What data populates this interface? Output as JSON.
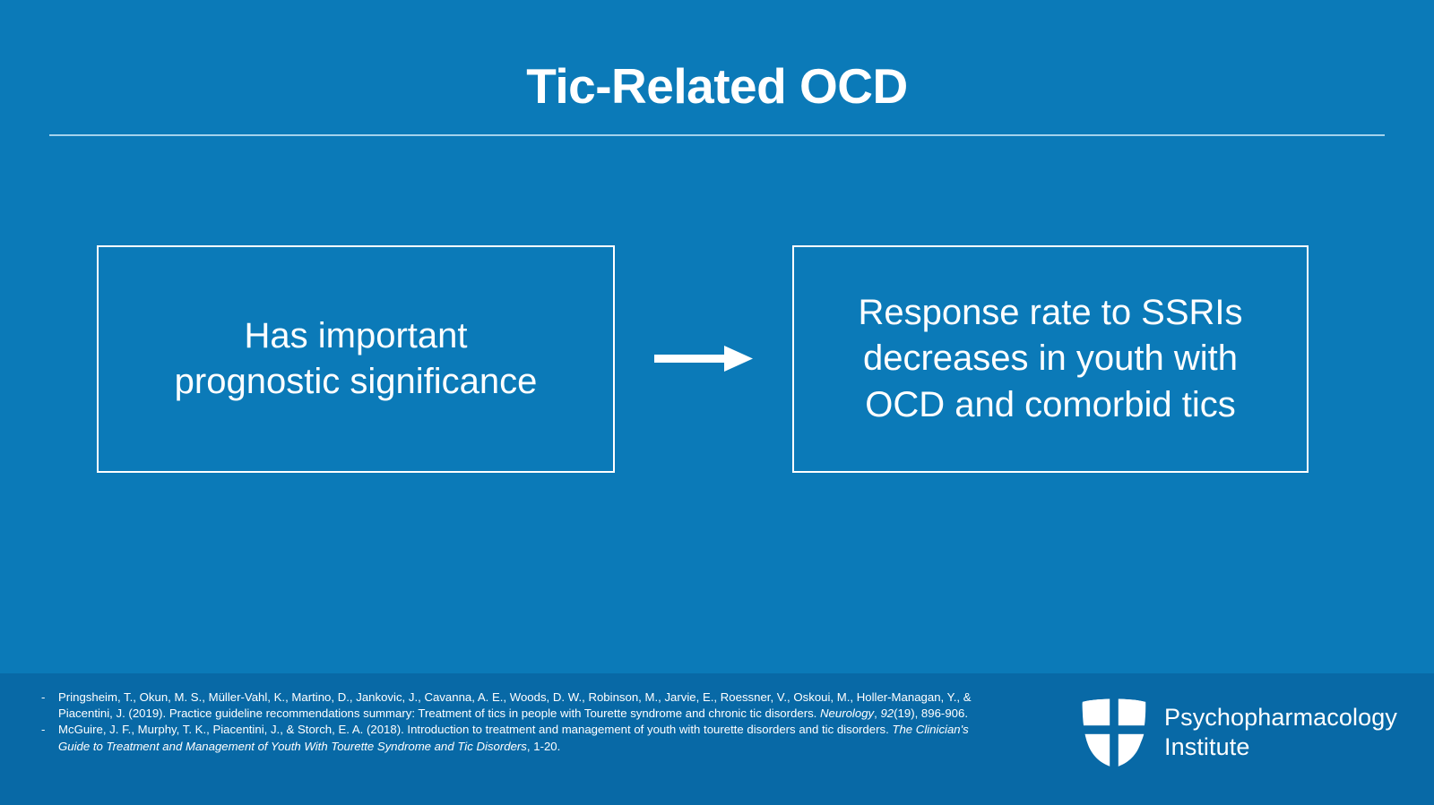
{
  "slide": {
    "title": "Tic-Related OCD",
    "background_color": "#0b7ab8",
    "footer_band_color": "#0869a6",
    "text_color": "#ffffff"
  },
  "diagram": {
    "left_box": {
      "line1": "Has important",
      "line2": "prognostic significance"
    },
    "connector": "arrow-right",
    "right_box": {
      "line1": "Response rate to SSRIs",
      "line2": "decreases in youth with",
      "line3": "OCD and comorbid tics"
    }
  },
  "references": {
    "bullet": "-",
    "items": [
      {
        "parts": [
          {
            "text": "Pringsheim, T., Okun, M. S., Müller-Vahl, K., Martino, D., Jankovic, J., Cavanna, A. E., Woods, D. W., Robinson, M., Jarvie, E., Roessner, V., Oskoui, M., Holler-Managan, Y., & Piacentini, J. (2019). Practice guideline recommendations summary: Treatment of tics in people with Tourette syndrome and chronic tic disorders. ",
            "italic": false
          },
          {
            "text": "Neurology",
            "italic": true
          },
          {
            "text": ", ",
            "italic": false
          },
          {
            "text": "92",
            "italic": true
          },
          {
            "text": "(19), 896-906.",
            "italic": false
          }
        ]
      },
      {
        "parts": [
          {
            "text": "McGuire, J. F., Murphy, T. K., Piacentini, J., & Storch, E. A. (2018). Introduction to treatment and management of youth with tourette disorders and tic disorders. ",
            "italic": false
          },
          {
            "text": "The Clinician's Guide to Treatment and Management of Youth With Tourette Syndrome and Tic Disorders",
            "italic": true
          },
          {
            "text": ", 1-20.",
            "italic": false
          }
        ]
      }
    ]
  },
  "brand": {
    "logo_icon": "shield-cross-icon",
    "name_line1": "Psychopharmacology",
    "name_line2": "Institute"
  }
}
